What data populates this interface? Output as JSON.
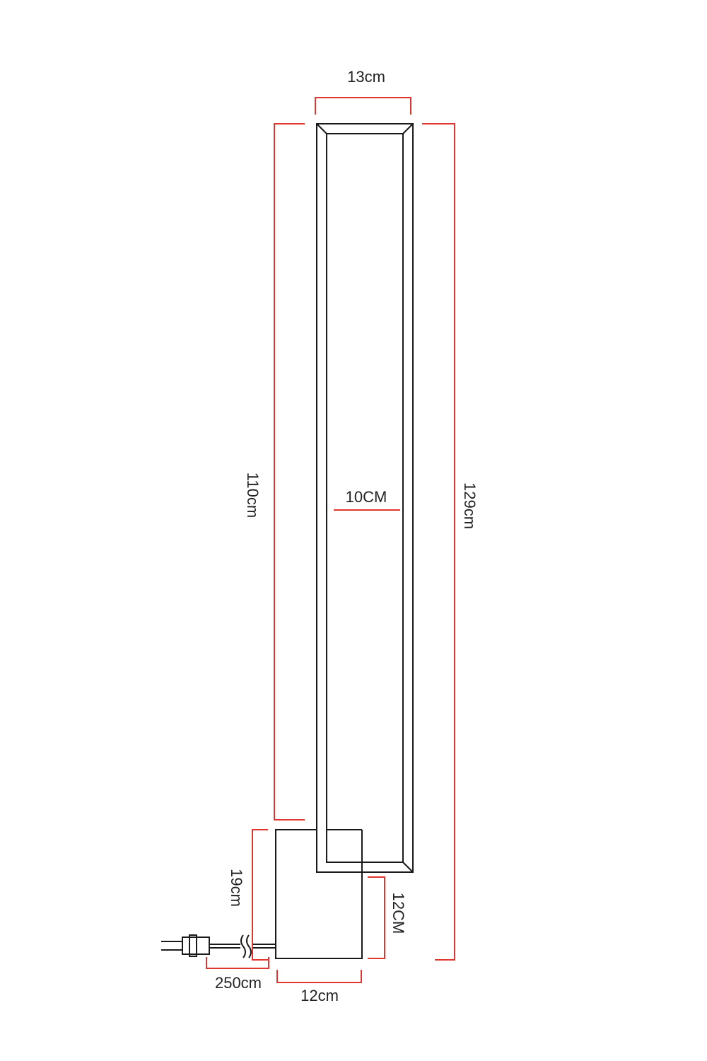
{
  "diagram": {
    "colors": {
      "outline": "#1a1a1a",
      "dimension": "#e0362f",
      "text": "#222222",
      "background": "#ffffff"
    },
    "labels": {
      "top_width": "13cm",
      "inner_width": "10CM",
      "inner_height": "110cm",
      "total_height": "129cm",
      "base_height": "19cm",
      "base_right_height": "12CM",
      "cable_length": "250cm",
      "base_width": "12cm"
    }
  }
}
